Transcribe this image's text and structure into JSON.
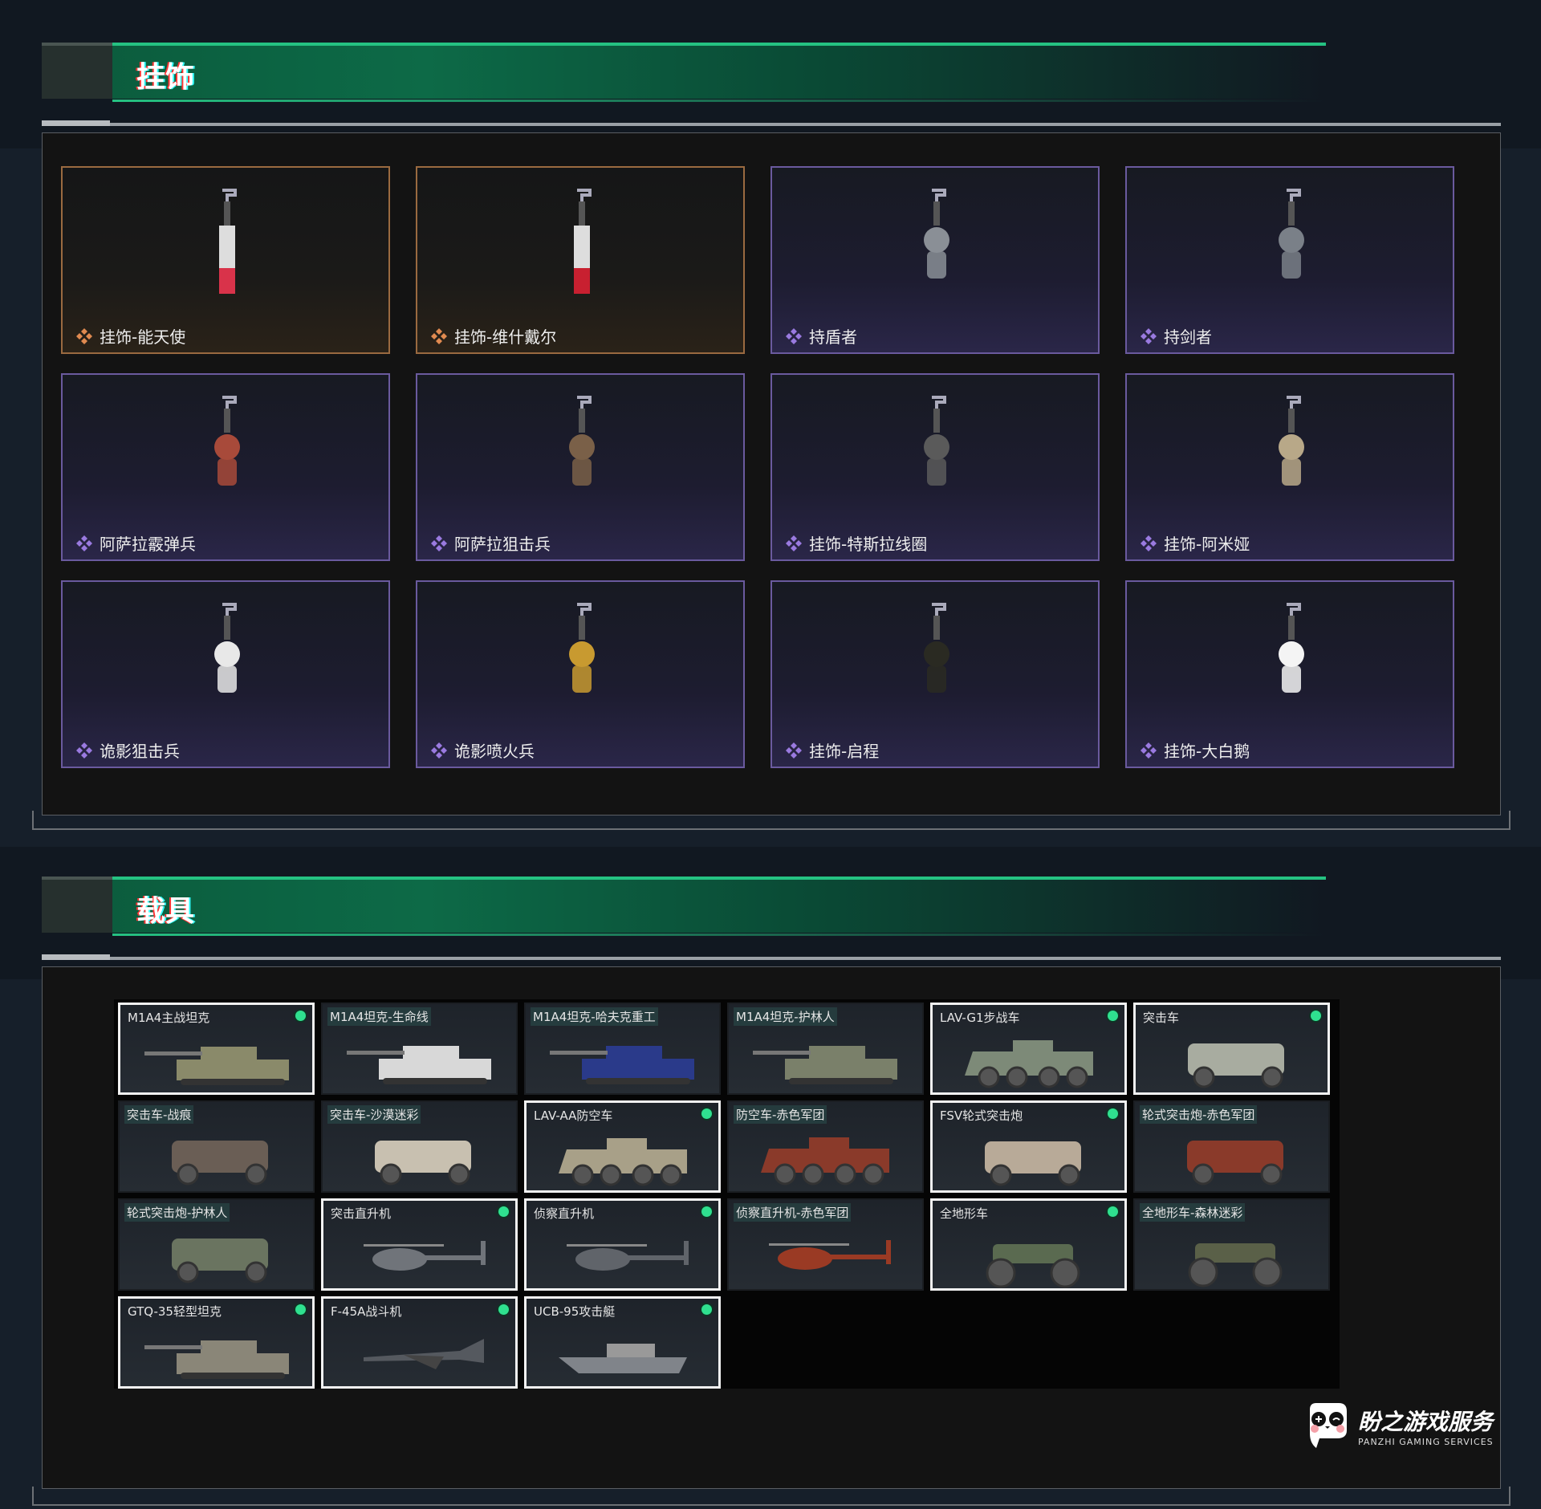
{
  "sections": {
    "charms_title": "挂饰",
    "vehicles_title": "载具"
  },
  "charms": [
    {
      "name": "挂饰-能天使",
      "rarity": "legendary",
      "color": "#d9334a"
    },
    {
      "name": "挂饰-维什戴尔",
      "rarity": "legendary",
      "color": "#c82030"
    },
    {
      "name": "持盾者",
      "rarity": "epic",
      "color": "#8a8f96"
    },
    {
      "name": "持剑者",
      "rarity": "epic",
      "color": "#7a8088"
    },
    {
      "name": "阿萨拉霰弹兵",
      "rarity": "epic",
      "color": "#a84a3a"
    },
    {
      "name": "阿萨拉狙击兵",
      "rarity": "epic",
      "color": "#7a6048"
    },
    {
      "name": "挂饰-特斯拉线圈",
      "rarity": "epic",
      "color": "#5a5a5a"
    },
    {
      "name": "挂饰-阿米娅",
      "rarity": "epic",
      "color": "#b8a888"
    },
    {
      "name": "诡影狙击兵",
      "rarity": "epic",
      "color": "#e8e8e8"
    },
    {
      "name": "诡影喷火兵",
      "rarity": "epic",
      "color": "#c89a30"
    },
    {
      "name": "挂饰-启程",
      "rarity": "epic",
      "color": "#2a2a22"
    },
    {
      "name": "挂饰-大白鹅",
      "rarity": "epic",
      "color": "#f4f4f4"
    }
  ],
  "vehicles": [
    {
      "name": "M1A4主战坦克",
      "owned": true,
      "type": "tank",
      "color": "#8a8a6a"
    },
    {
      "name": "M1A4坦克-生命线",
      "owned": false,
      "type": "tank",
      "color": "#d8d8d8"
    },
    {
      "name": "M1A4坦克-哈夫克重工",
      "owned": false,
      "type": "tank",
      "color": "#2a3a8a"
    },
    {
      "name": "M1A4坦克-护林人",
      "owned": false,
      "type": "tank",
      "color": "#7a806a"
    },
    {
      "name": "LAV-G1步战车",
      "owned": true,
      "type": "apc",
      "color": "#7d8a78"
    },
    {
      "name": "突击车",
      "owned": true,
      "type": "truck",
      "color": "#a8aca0"
    },
    {
      "name": "突击车-战痕",
      "owned": false,
      "type": "truck",
      "color": "#6a5e55"
    },
    {
      "name": "突击车-沙漠迷彩",
      "owned": false,
      "type": "truck",
      "color": "#c8c0b0"
    },
    {
      "name": "LAV-AA防空车",
      "owned": true,
      "type": "apc",
      "color": "#a8a088"
    },
    {
      "name": "防空车-赤色军团",
      "owned": false,
      "type": "apc",
      "color": "#8a3a2a"
    },
    {
      "name": "FSV轮式突击炮",
      "owned": true,
      "type": "truck",
      "color": "#b8aa98"
    },
    {
      "name": "轮式突击炮-赤色军团",
      "owned": false,
      "type": "truck",
      "color": "#8a3a2a"
    },
    {
      "name": "轮式突击炮-护林人",
      "owned": false,
      "type": "truck",
      "color": "#6a7460"
    },
    {
      "name": "突击直升机",
      "owned": true,
      "type": "heli",
      "color": "#70747a"
    },
    {
      "name": "侦察直升机",
      "owned": true,
      "type": "heli",
      "color": "#60646a"
    },
    {
      "name": "侦察直升机-赤色军团",
      "owned": false,
      "type": "heli",
      "color": "#9a3a24"
    },
    {
      "name": "全地形车",
      "owned": true,
      "type": "atv",
      "color": "#5a6a50"
    },
    {
      "name": "全地形车-森林迷彩",
      "owned": false,
      "type": "atv",
      "color": "#5a6048"
    },
    {
      "name": "GTQ-35轻型坦克",
      "owned": true,
      "type": "tank",
      "color": "#8a8678"
    },
    {
      "name": "F-45A战斗机",
      "owned": true,
      "type": "jet",
      "color": "#55595f"
    },
    {
      "name": "UCB-95攻击艇",
      "owned": true,
      "type": "boat",
      "color": "#80848a"
    }
  ],
  "logo": {
    "cn": "盼之游戏服务",
    "en": "PANZHI GAMING SERVICES"
  },
  "colors": {
    "accent": "#25c282",
    "legendary": "#9a6a40",
    "epic": "#6a5a9e",
    "owned_dot": "#2fe08f"
  }
}
